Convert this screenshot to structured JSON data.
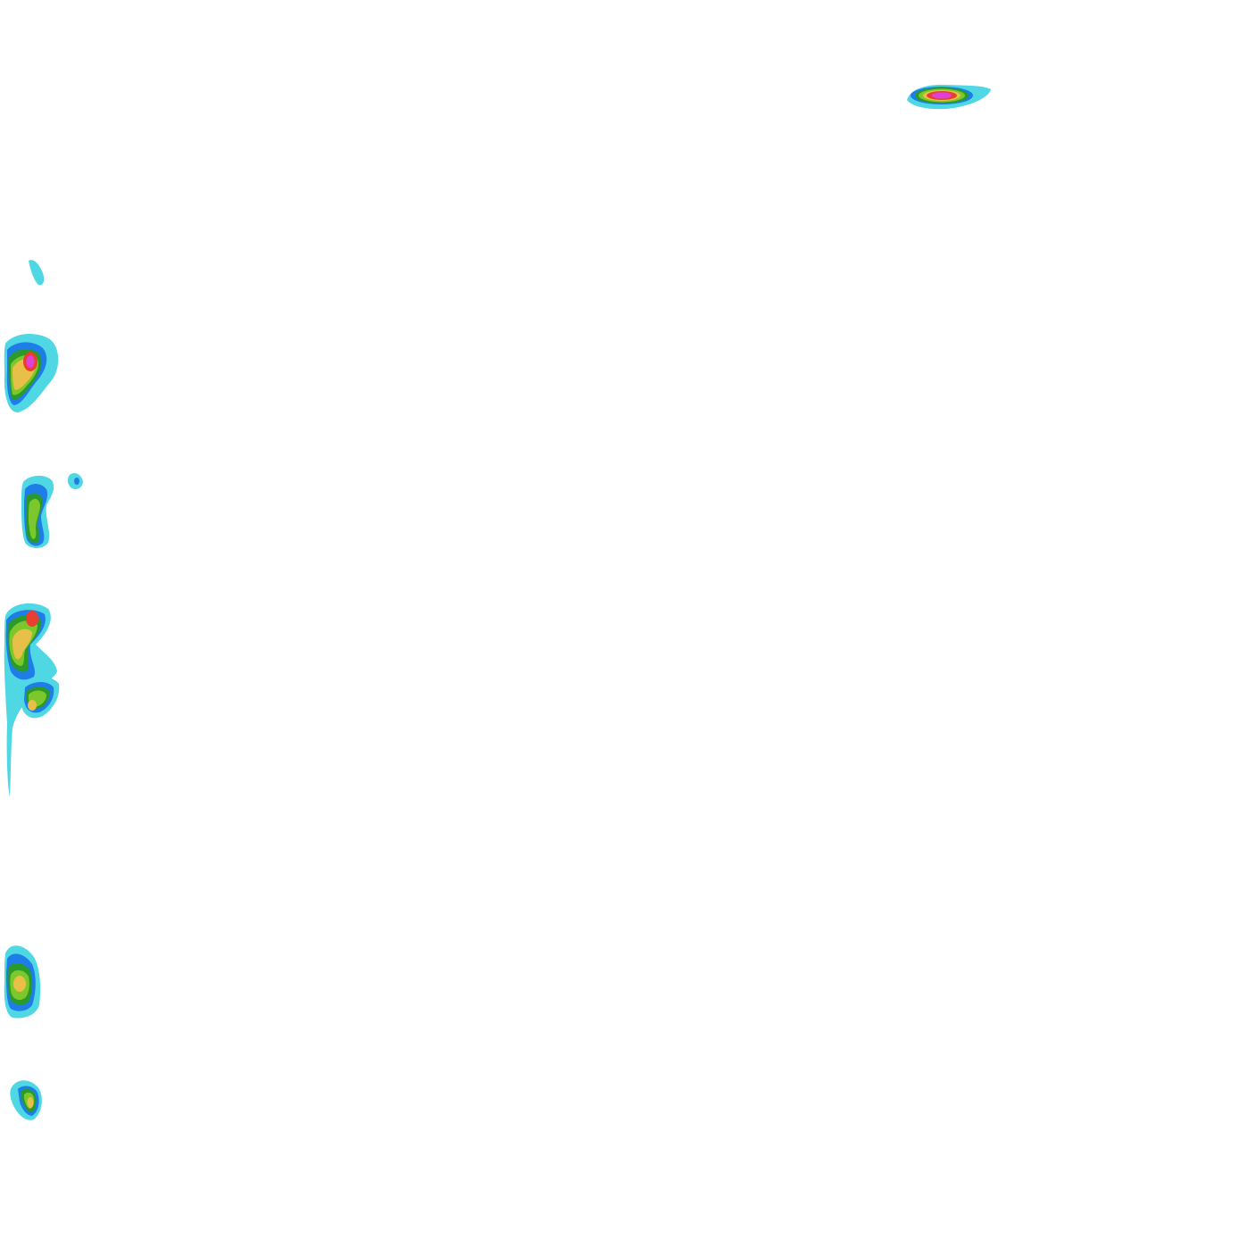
{
  "chart_data": {
    "type": "heatmap",
    "style": "filled-contour",
    "title": "",
    "xlabel": "",
    "ylabel": "",
    "axes_visible": false,
    "grid": false,
    "legend": "none",
    "background": "#ffffff",
    "contour_levels": [
      {
        "level": 1,
        "color": "#4fd8e4"
      },
      {
        "level": 2,
        "color": "#1f7de8"
      },
      {
        "level": 3,
        "color": "#2a9a2a"
      },
      {
        "level": 4,
        "color": "#7cc82c"
      },
      {
        "level": 5,
        "color": "#e8c048"
      },
      {
        "level": 6,
        "color": "#e84030"
      },
      {
        "level": 7,
        "color": "#e040d8"
      }
    ],
    "note_hotspots_are_estimated": true,
    "hotspots": [
      {
        "id": "top-right-streak",
        "max_level": 7
      },
      {
        "id": "left-faint-1",
        "max_level": 1
      },
      {
        "id": "left-upper",
        "max_level": 7
      },
      {
        "id": "left-small-dot",
        "max_level": 2
      },
      {
        "id": "left-mid",
        "max_level": 4
      },
      {
        "id": "left-lower-a",
        "max_level": 6
      },
      {
        "id": "left-lower-b",
        "max_level": 5
      },
      {
        "id": "left-bottom-a",
        "max_level": 5
      },
      {
        "id": "left-bottom-b",
        "max_level": 5
      }
    ]
  }
}
